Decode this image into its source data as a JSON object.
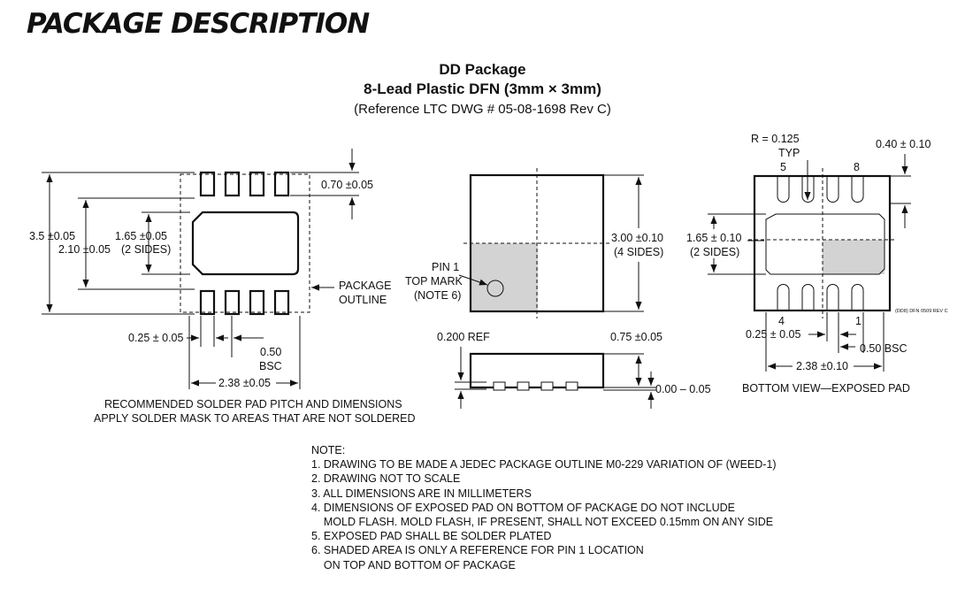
{
  "page_title": "PACKAGE DESCRIPTION",
  "header": {
    "line1": "DD Package",
    "line2": "8-Lead Plastic DFN (3mm × 3mm)",
    "line3": "(Reference LTC DWG # 05-08-1698 Rev C)"
  },
  "footprint": {
    "dim_pitch_height": "0.70 ±0.05",
    "dim_overall": "3.5 ±0.05",
    "dim_inner_1": "1.65 ±0.05",
    "dim_inner_1_note": "(2 SIDES)",
    "dim_inner_2": "2.10 ±0.05",
    "package_outline_1": "PACKAGE",
    "package_outline_2": "OUTLINE",
    "dim_pad_width": "0.25 ± 0.05",
    "dim_bsc_1": "0.50",
    "dim_bsc_2": "BSC",
    "dim_span": "2.38 ±0.05",
    "caption_1": "RECOMMENDED SOLDER PAD PITCH AND DIMENSIONS",
    "caption_2": "APPLY SOLDER MASK TO AREAS THAT ARE NOT SOLDERED"
  },
  "top_view": {
    "dim_body": "3.00 ±0.10",
    "dim_body_note": "(4 SIDES)",
    "pin1_1": "PIN 1",
    "pin1_2": "TOP MARK",
    "pin1_3": "(NOTE 6)"
  },
  "side_view": {
    "ref": "0.200 REF",
    "height": "0.75 ±0.05",
    "standoff": "0.00 – 0.05"
  },
  "bottom_view": {
    "radius": "R = 0.125",
    "radius_typ": "TYP",
    "pin5": "5",
    "pin8": "8",
    "pad_len": "0.40 ± 0.10",
    "dim_inner": "1.65 ± 0.10",
    "dim_inner_note": "(2 SIDES)",
    "drawing_id": "(DD8) DFN 0509 REV C",
    "pin4": "4",
    "pin1": "1",
    "dim_pad_width": "0.25 ± 0.05",
    "dim_bsc": "0.50 BSC",
    "dim_span": "2.38 ±0.10",
    "caption": "BOTTOM VIEW—EXPOSED PAD"
  },
  "notes": {
    "heading": "NOTE:",
    "n1": "1. DRAWING TO BE MADE A JEDEC PACKAGE OUTLINE M0-229 VARIATION OF (WEED-1)",
    "n2": "2. DRAWING NOT TO SCALE",
    "n3": "3. ALL DIMENSIONS ARE IN MILLIMETERS",
    "n4a": "4. DIMENSIONS OF EXPOSED PAD ON BOTTOM OF PACKAGE DO NOT INCLUDE",
    "n4b": "    MOLD FLASH. MOLD FLASH, IF PRESENT, SHALL NOT EXCEED 0.15mm ON ANY SIDE",
    "n5": "5. EXPOSED PAD SHALL BE SOLDER PLATED",
    "n6a": "6. SHADED AREA IS ONLY A REFERENCE FOR PIN 1 LOCATION",
    "n6b": "    ON TOP AND BOTTOM OF PACKAGE"
  },
  "colors": {
    "line": "#111111",
    "shade": "#d3d3d3"
  }
}
